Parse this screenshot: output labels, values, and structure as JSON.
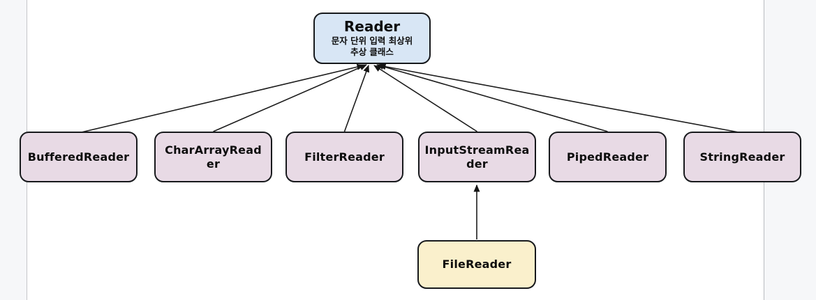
{
  "colors": {
    "outer_background": "#f6f7f9",
    "page_background": "#ffffff",
    "page_border": "#c4c6c9",
    "connector": "#1c1c1c",
    "node_border": "#17191c",
    "root_fill": "#d8e6f5",
    "child_fill": "#e8dae5",
    "grandchild_fill": "#faf0cc",
    "text": "#0d0d0d"
  },
  "diagram": {
    "root_node": {
      "title": "Reader",
      "subtitle": "문자 단위 입력 최상위\n추상 클래스"
    },
    "child_nodes": [
      {
        "label": "BufferedReader"
      },
      {
        "label": "CharArrayRead\ner"
      },
      {
        "label": "FilterReader"
      },
      {
        "label": "InputStreamRea\nder"
      },
      {
        "label": "PipedReader"
      },
      {
        "label": "StringReader"
      }
    ],
    "grandchild_node": {
      "label": "FileReader"
    },
    "edges": [
      {
        "from": "BufferedReader",
        "to": "Reader"
      },
      {
        "from": "CharArrayReader",
        "to": "Reader"
      },
      {
        "from": "FilterReader",
        "to": "Reader"
      },
      {
        "from": "InputStreamReader",
        "to": "Reader"
      },
      {
        "from": "PipedReader",
        "to": "Reader"
      },
      {
        "from": "StringReader",
        "to": "Reader"
      },
      {
        "from": "FileReader",
        "to": "InputStreamReader"
      }
    ]
  }
}
